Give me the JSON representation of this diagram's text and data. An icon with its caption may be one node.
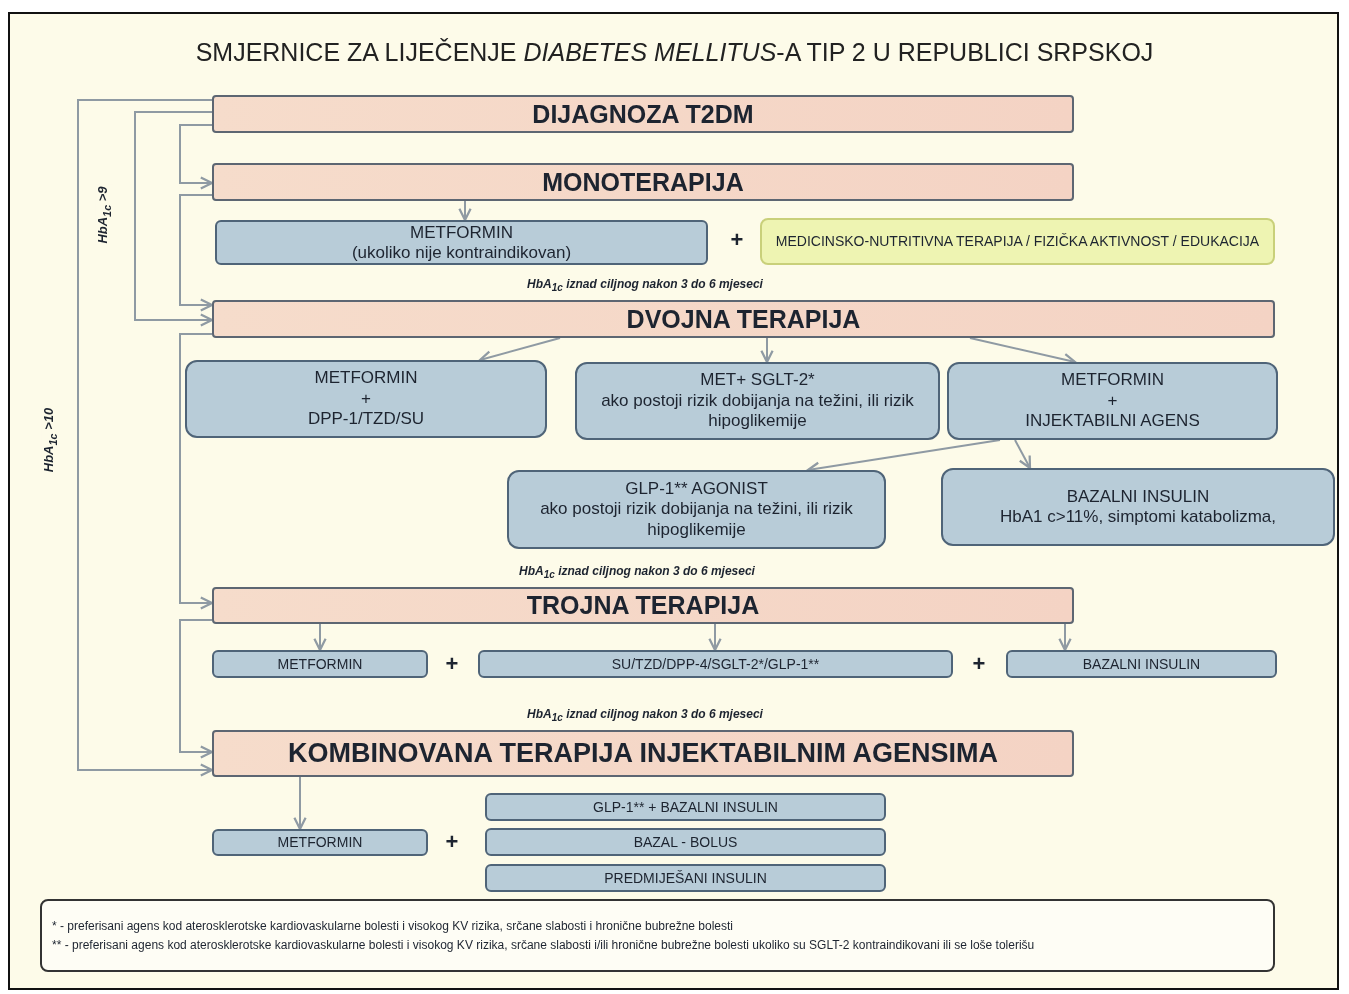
{
  "diagram": {
    "title": "SMJERNICE ZA LIJEČENJE *DIABETES MELLITUS*-A TIP 2 U REPUBLICI SRPSKOJ",
    "nodes": [
      {
        "text": [
          "DIJAGNOZA T2DM"
        ]
      },
      {
        "text": [
          "MONOTERAPIJA"
        ]
      },
      {
        "text": [
          "METFORMIN",
          "(ukoliko nije kontraindikovan)"
        ]
      },
      {
        "text": [
          "MEDICINSKO-NUTRITIVNA TERAPIJA / FIZIČKA AKTIVNOST / EDUKACIJA"
        ]
      },
      {
        "text": [
          "DVOJNA TERAPIJA"
        ]
      },
      {
        "text": [
          "METFORMIN",
          "+",
          "DPP-1/TZD/SU"
        ]
      },
      {
        "text": [
          "MET+ SGLT-2*",
          "ako postoji rizik dobijanja na težini, ili rizik hipoglikemije"
        ]
      },
      {
        "text": [
          "METFORMIN",
          "+",
          "INJEKTABILNI AGENS"
        ]
      },
      {
        "text": [
          "GLP-1** AGONIST",
          "ako postoji rizik dobijanja na težini, ili rizik hipoglikemije"
        ]
      },
      {
        "text": [
          "BAZALNI INSULIN",
          "HbA1 c>11%, simptomi katabolizma,"
        ]
      },
      {
        "text": [
          "TROJNA TERAPIJA"
        ]
      },
      {
        "text": [
          "METFORMIN"
        ]
      },
      {
        "text": [
          "SU/TZD/DPP-4/SGLT-2*/GLP-1**"
        ]
      },
      {
        "text": [
          "BAZALNI INSULIN"
        ]
      },
      {
        "text": [
          "KOMBINOVANA TERAPIJA INJEKTABILNIM AGENSIMA"
        ]
      },
      {
        "text": [
          "METFORMIN"
        ]
      },
      {
        "text": [
          "GLP-1** + BAZALNI INSULIN"
        ]
      },
      {
        "text": [
          "BAZAL - BOLUS"
        ]
      },
      {
        "text": [
          "PREDMIJEŠANI INSULIN"
        ]
      },
      {
        "text": [
          "* - preferisani agens kod aterosklerotske kardiovaskularne bolesti i visokog KV rizika, srčane slabosti i hronične bubrežne bolesti",
          "** - preferisani agens kod aterosklerotske kardiovaskularne bolesti i visokog KV rizika, srčane slabosti i/ili hronične bubrežne bolesti ukoliko su SGLT-2 kontraindikovani ili se loše tolerišu"
        ]
      }
    ],
    "edges": [
      {
        "from": 0,
        "to": 1,
        "arrow": "to"
      },
      {
        "from": 0,
        "to": 4,
        "arrow": "to",
        "label": "HbA$_{1c}$ >9"
      },
      {
        "from": 0,
        "to": 14,
        "arrow": "to",
        "label": "HbA$_{1c}$ >10"
      },
      {
        "from": 1,
        "to": 2,
        "arrow": "to"
      },
      {
        "from": 1,
        "to": 4,
        "arrow": "to"
      },
      {
        "from": 4,
        "to": 5,
        "arrow": "to"
      },
      {
        "from": 4,
        "to": 6,
        "arrow": "to"
      },
      {
        "from": 4,
        "to": 7,
        "arrow": "to"
      },
      {
        "from": 7,
        "to": 8,
        "arrow": "to"
      },
      {
        "from": 7,
        "to": 9,
        "arrow": "to"
      },
      {
        "from": 4,
        "to": 10,
        "arrow": "to"
      },
      {
        "from": 10,
        "to": 11,
        "arrow": "to"
      },
      {
        "from": 10,
        "to": 12,
        "arrow": "to"
      },
      {
        "from": 10,
        "to": 13,
        "arrow": "to"
      },
      {
        "from": 10,
        "to": 14,
        "arrow": "to"
      },
      {
        "from": 14,
        "to": 15,
        "arrow": "to"
      }
    ],
    "labels": [
      "+",
      "HbA$_{1c}$ iznad ciljnog nakon 3 do 6 mjeseci",
      "HbA$_{1c}$ iznad ciljnog nakon 3 do 6 mjeseci",
      "+",
      "+",
      "HbA$_{1c}$ iznad ciljnog nakon 3 do 6 mjeseci",
      "+"
    ]
  }
}
